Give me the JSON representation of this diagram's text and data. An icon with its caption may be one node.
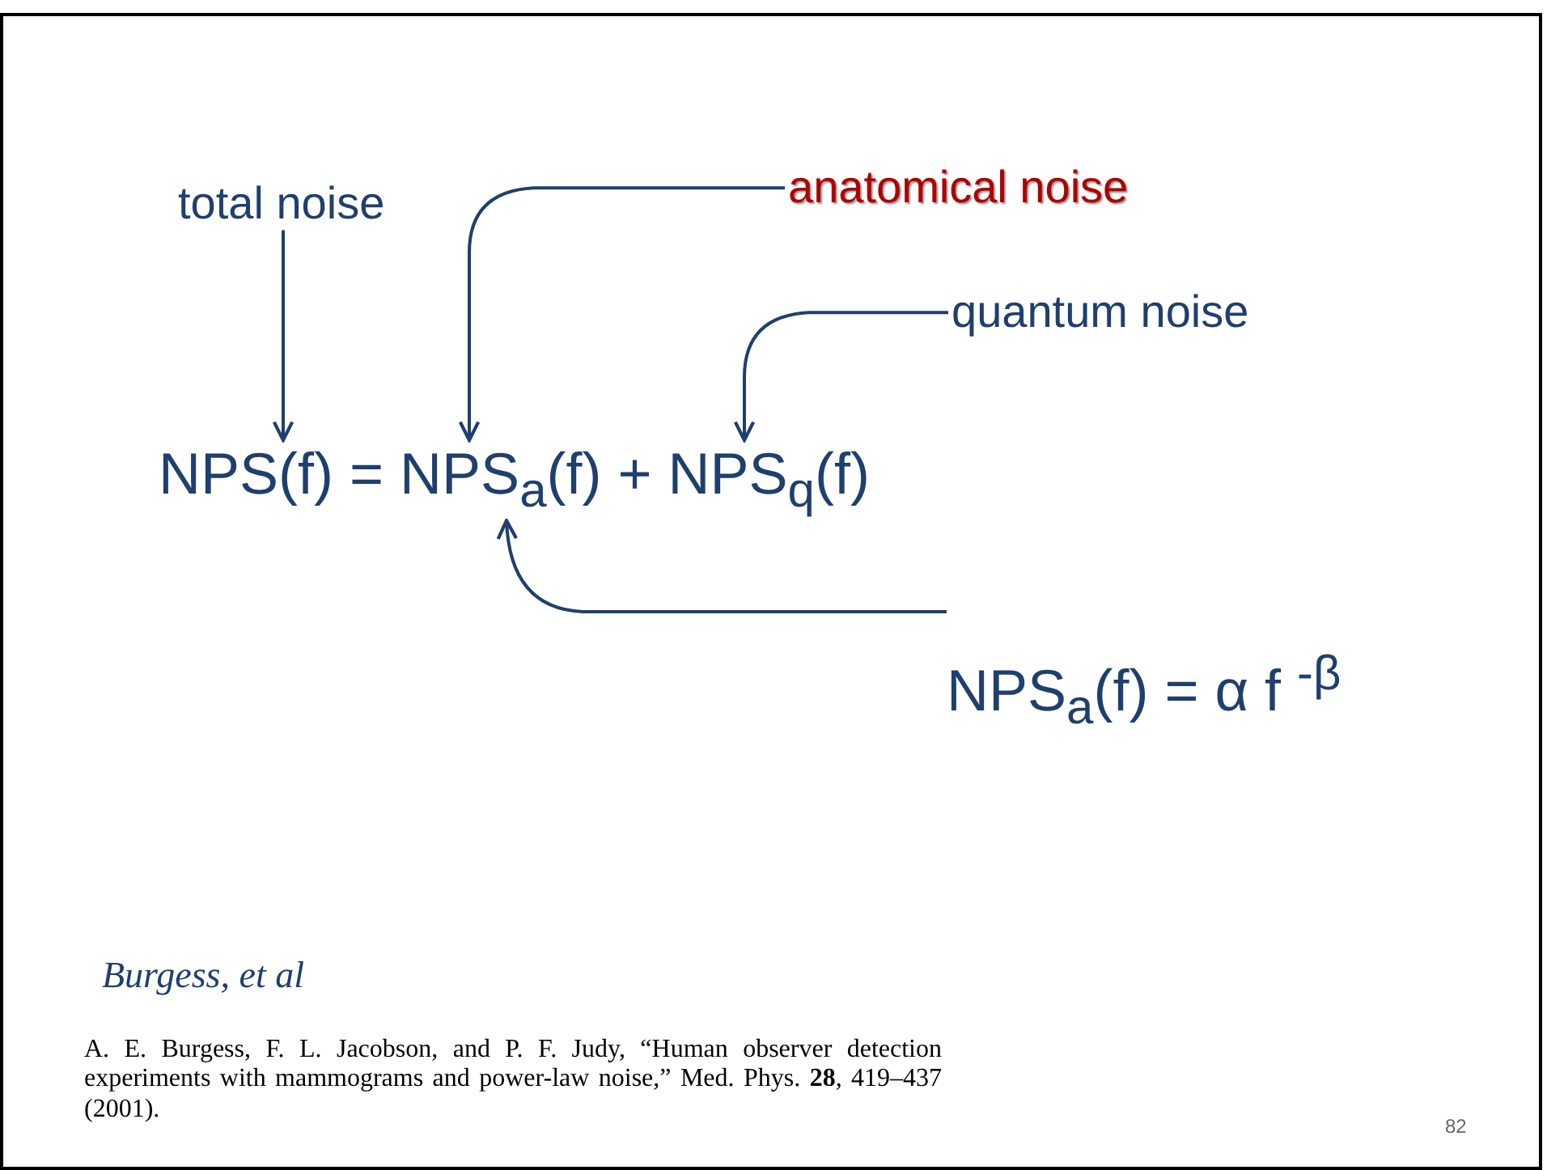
{
  "diagram": {
    "nodes": [
      {
        "text": [
          "total noise"
        ]
      },
      {
        "text": [
          "anatomical noise"
        ]
      },
      {
        "text": [
          "quantum noise"
        ]
      },
      {
        "text": [
          "NPS(f) = NPS$_{a}$(f) + NPS$_{q}$(f)"
        ]
      },
      {
        "text": [
          "NPS$_{a}$(f) = α f $^{-β}$"
        ]
      }
    ],
    "edges": [
      {
        "from": 0,
        "to": 3,
        "arrow": "to"
      },
      {
        "from": 1,
        "to": 3,
        "arrow": "to"
      },
      {
        "from": 2,
        "to": 3,
        "arrow": "to"
      },
      {
        "from": 4,
        "to": 3,
        "arrow": "to"
      }
    ],
    "labels": [
      "Burgess, et al",
      "A. E. Burgess, F. L. Jacobson, and P. F. Judy, “Human observer detection experiments with mammograms and power-law noise,” Med. Phys. **28**, 419–437 (2001).",
      "82"
    ]
  }
}
